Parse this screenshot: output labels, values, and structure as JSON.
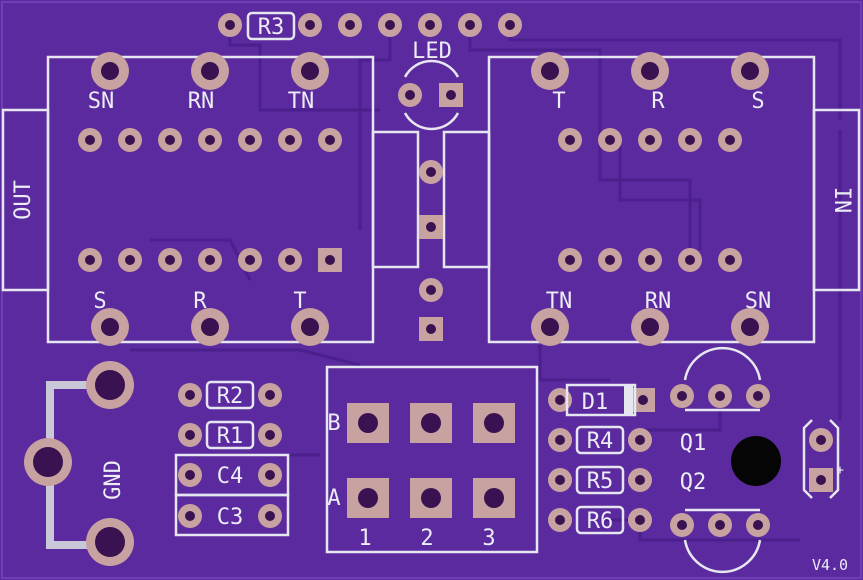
{
  "board": {
    "bg_color": "#5a2a9e",
    "silk_color": "#e6e6f0",
    "pad_color": "#c8a2a0"
  },
  "labels": {
    "r3": "R3",
    "led": "LED",
    "out_jack": {
      "side": "OUT",
      "sn": "SN",
      "rn": "RN",
      "tn": "TN",
      "s": "S",
      "r": "R",
      "t": "T"
    },
    "in_jack": {
      "side": "IN",
      "t": "T",
      "r": "R",
      "s": "S",
      "tn": "TN",
      "rn": "RN",
      "sn": "SN"
    },
    "r2": "R2",
    "r1": "R1",
    "c4": "C4",
    "c3": "C3",
    "gnd": "GND",
    "switch": {
      "row_b": "B",
      "row_a": "A",
      "col1": "1",
      "col2": "2",
      "col3": "3"
    },
    "d1": "D1",
    "r4": "R4",
    "r5": "R5",
    "r6": "R6",
    "q1": "Q1",
    "q2": "Q2",
    "plus": "+",
    "version": "V4.0"
  }
}
